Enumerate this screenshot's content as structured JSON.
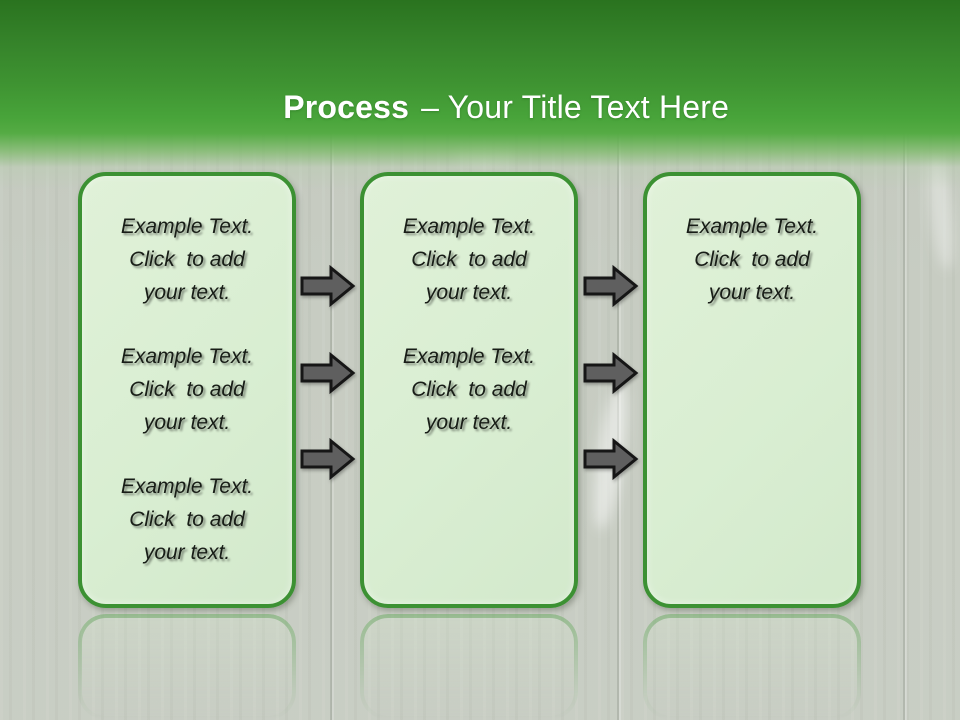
{
  "title": {
    "emphasis": "Process",
    "rest": "– Your Title Text Here"
  },
  "boxes": [
    {
      "name": "step-1",
      "paragraphs": [
        {
          "lines": [
            "Example Text.",
            "Click  to add",
            "your text."
          ]
        },
        {
          "lines": [
            "Example Text.",
            "Click  to add",
            "your text."
          ]
        },
        {
          "lines": [
            "Example Text.",
            "Click  to add",
            "your text."
          ]
        }
      ]
    },
    {
      "name": "step-2",
      "paragraphs": [
        {
          "lines": [
            "Example Text.",
            "Click  to add",
            "your text."
          ]
        },
        {
          "lines": [
            "Example Text.",
            "Click  to add",
            "your text."
          ]
        }
      ]
    },
    {
      "name": "step-3",
      "paragraphs": [
        {
          "lines": [
            "Example Text.",
            "Click  to add",
            "your text."
          ]
        }
      ]
    }
  ],
  "arrows": {
    "between_step1_step2": 3,
    "between_step2_step3": 3,
    "direction": "right"
  },
  "colors": {
    "banner_green_dark": "#2a731f",
    "banner_green_light": "#48a43a",
    "box_border_green": "#3c9133",
    "box_fill_green": "#d9eed2",
    "arrow_fill_gray": "#5f5f5f",
    "arrow_outline": "#161616",
    "background_gray": "#c7ccc2",
    "title_text": "#ffffff",
    "body_text": "#181d17"
  }
}
